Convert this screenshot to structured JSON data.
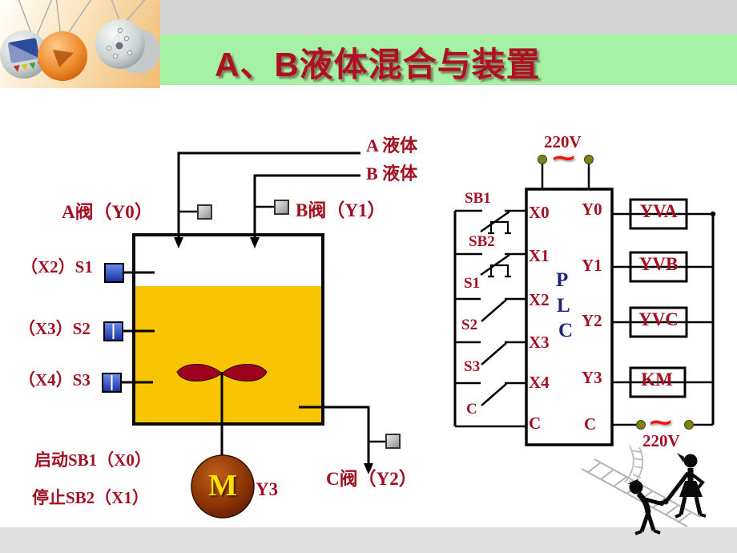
{
  "slide": {
    "title": "A、B液体混合与装置"
  },
  "colors": {
    "title_text": "#AE1222",
    "title_bar_green": "#A5F2A5",
    "header_strip_gray": "#D3D3D3",
    "label_red": "#A21021",
    "liquid_yellow": "#F9C401",
    "sensor_blue": "#2A52D4",
    "motor_brown": "#7B2D0B",
    "motor_letter_yellow": "#FFE000",
    "ac_symbol_red": "#FF0F0F",
    "plc_navy": "#23237E",
    "terminal_olive": "#7F7F19",
    "footer_bar_gray": "#E0E0E0"
  },
  "tank_diagram": {
    "feed_a_label": "A  液体",
    "feed_b_label": "B  液体",
    "valve_a_label": "A阀（Y0）",
    "valve_b_label": "B阀（Y1）",
    "valve_c_label": "C阀（Y2）",
    "sensor_high_label": "（X2）S1",
    "sensor_mid_label": "（X3）S2",
    "sensor_low_label": "（X4）S3",
    "start_label": "启动SB1（X0）",
    "stop_label": "停止SB2（X1）",
    "motor_letter": "M",
    "motor_output_label": "Y3"
  },
  "plc": {
    "top_power": {
      "voltage": "220V",
      "ac_symbol": "~"
    },
    "bottom_power": {
      "voltage": "220V",
      "ac_symbol": "~"
    },
    "name_letters": [
      "P",
      "L",
      "C"
    ],
    "inputs": [
      {
        "device": "SB1",
        "terminal": "X0"
      },
      {
        "device": "SB2",
        "terminal": "X1"
      },
      {
        "device": "S1",
        "terminal": "X2"
      },
      {
        "device": "S2",
        "terminal": "X3"
      },
      {
        "device": "S3",
        "terminal": "X4"
      }
    ],
    "input_common_label": "C",
    "input_common_terminal": "C",
    "outputs": [
      {
        "terminal": "Y0",
        "device": "YVA"
      },
      {
        "terminal": "Y1",
        "device": "YVB"
      },
      {
        "terminal": "Y2",
        "device": "YVC"
      },
      {
        "terminal": "Y3",
        "device": "KM"
      }
    ],
    "output_common_terminal": "C"
  }
}
